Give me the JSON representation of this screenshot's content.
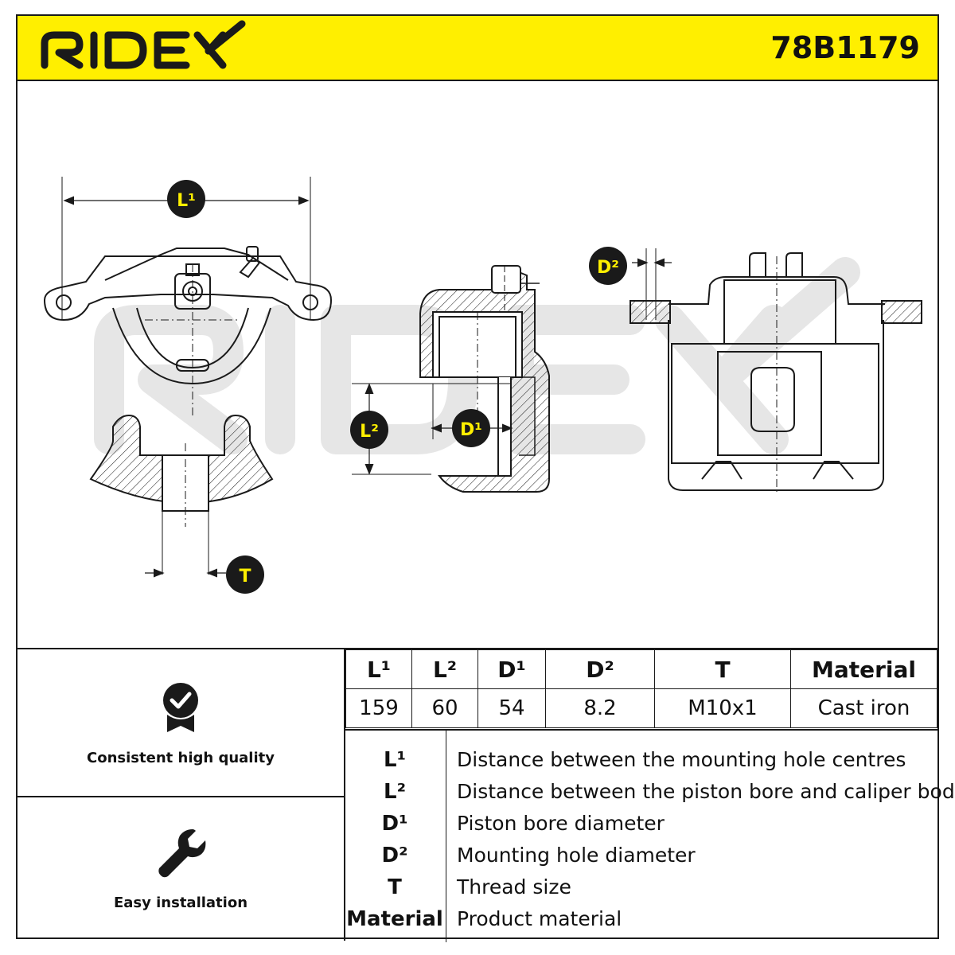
{
  "header": {
    "brand": "RIDEX",
    "part_number": "78B1179",
    "accent_color": "#ffef00"
  },
  "drawing": {
    "watermark": "RIDEX",
    "callouts": {
      "l1": "L¹",
      "l2": "L²",
      "d1": "D¹",
      "d2": "D²",
      "t": "T"
    }
  },
  "features": [
    {
      "icon": "quality-badge-icon",
      "label": "Consistent high quality"
    },
    {
      "icon": "wrench-icon",
      "label": "Easy installation"
    }
  ],
  "spec_table": {
    "headers": [
      "L¹",
      "L²",
      "D¹",
      "D²",
      "T",
      "Material"
    ],
    "values": [
      "159",
      "60",
      "54",
      "8.2",
      "M10x1",
      "Cast iron"
    ]
  },
  "legend": [
    {
      "symbol": "L¹",
      "description": "Distance between the mounting hole centres"
    },
    {
      "symbol": "L²",
      "description": "Distance between the piston bore and caliper body"
    },
    {
      "symbol": "D¹",
      "description": "Piston bore diameter"
    },
    {
      "symbol": "D²",
      "description": "Mounting hole diameter"
    },
    {
      "symbol": "T",
      "description": "Thread size"
    },
    {
      "symbol": "Material",
      "description": "Product material"
    }
  ]
}
